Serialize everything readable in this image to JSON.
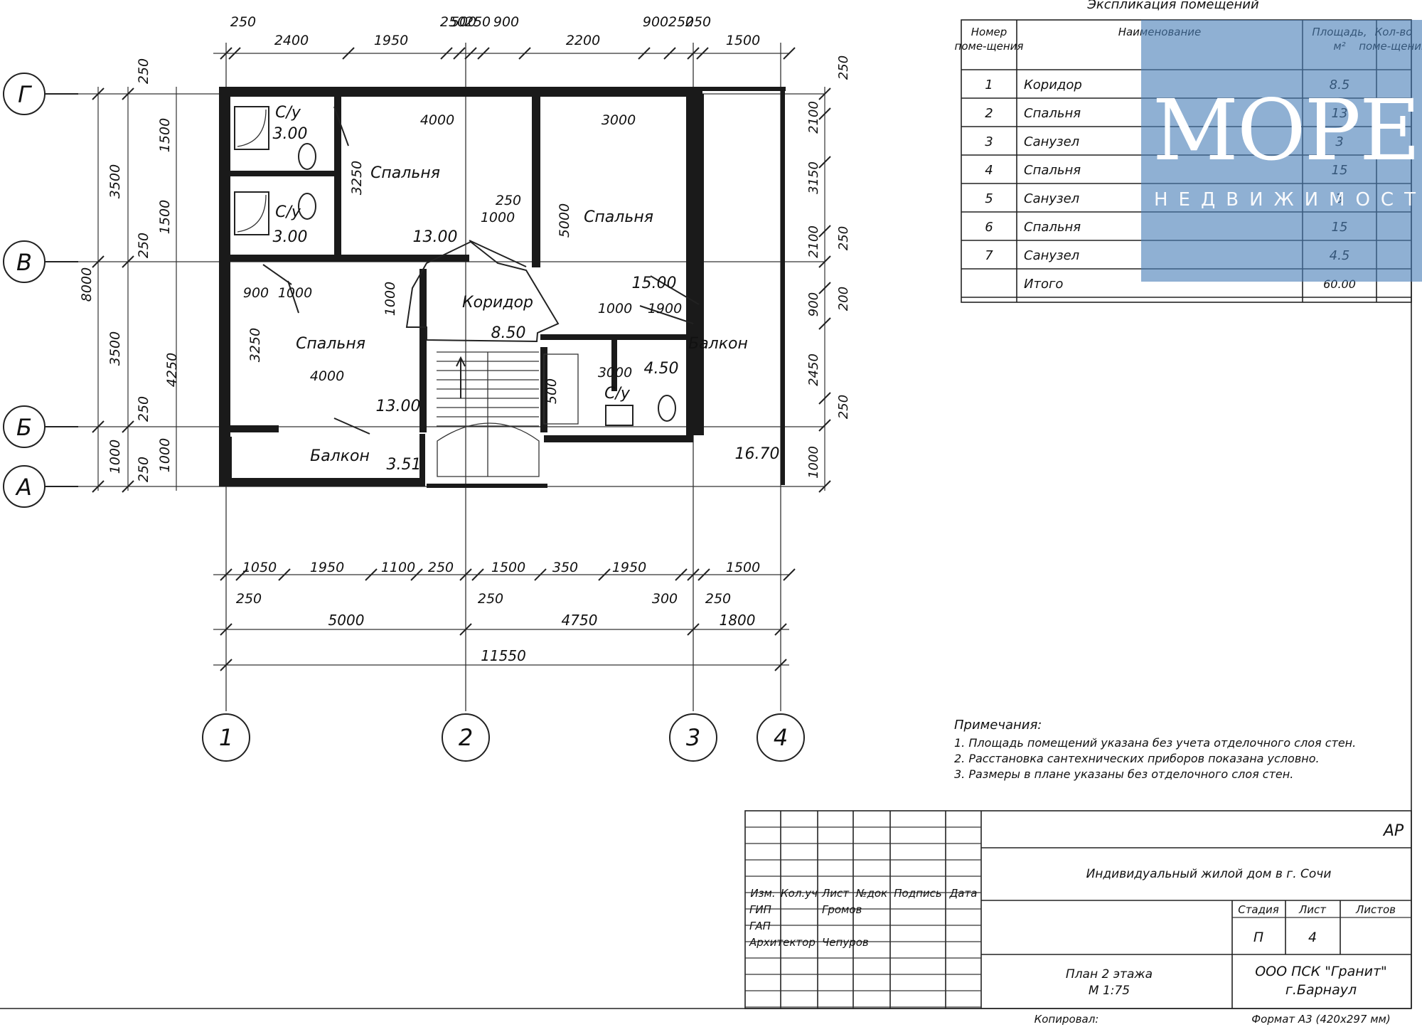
{
  "plan": {
    "axes_letters": [
      "Г",
      "В",
      "Б",
      "А"
    ],
    "axes_numbers": [
      "1",
      "2",
      "3",
      "4"
    ],
    "rooms": [
      {
        "name": "С/у",
        "area": "3.00"
      },
      {
        "name": "С/у",
        "area": "3.00"
      },
      {
        "name": "Спальня",
        "area": "13.00"
      },
      {
        "name": "Спальня",
        "area": "15.00"
      },
      {
        "name": "Коридор",
        "area": "8.50"
      },
      {
        "name": "Спальня",
        "area": "13.00"
      },
      {
        "name": "С/у",
        "area": "4.50"
      },
      {
        "name": "Балкон",
        "area": "3.51"
      },
      {
        "name": "Балкон",
        "area": "16.70"
      }
    ],
    "top_dims": [
      "250",
      "2400",
      "1950",
      "250",
      "500",
      "250",
      "900",
      "2200",
      "900",
      "250",
      "250",
      "1500"
    ],
    "inner_dims": [
      "4000",
      "3000",
      "250",
      "1000",
      "900",
      "1000",
      "1000",
      "1900",
      "3000",
      "4000",
      "5000",
      "3250",
      "1000",
      "3250",
      "500"
    ],
    "bottom_dims": [
      "1050",
      "1950",
      "1100",
      "250",
      "1500",
      "350",
      "1950",
      "1500"
    ],
    "bottom_small": [
      "250",
      "250",
      "300",
      "250"
    ],
    "bottom_totals": [
      "5000",
      "4750",
      "1800"
    ],
    "overall_width": "11550",
    "left_dims": [
      "3500",
      "3500",
      "1000",
      "8000",
      "4250",
      "1500",
      "1500",
      "1000",
      "250",
      "250",
      "250",
      "250"
    ],
    "right_dims": [
      "250",
      "2100",
      "3150",
      "2100",
      "250",
      "900",
      "2450",
      "250",
      "1000",
      "200"
    ]
  },
  "explication": {
    "caption": "Экспликация помещений",
    "headers": [
      "Номер поме-щения",
      "Наименование",
      "Площадь, м²",
      "Кол-во поме-щений"
    ],
    "rows": [
      {
        "num": "1",
        "name": "Коридор",
        "area": "8.5"
      },
      {
        "num": "2",
        "name": "Спальня",
        "area": "13"
      },
      {
        "num": "3",
        "name": "Санузел",
        "area": "3"
      },
      {
        "num": "4",
        "name": "Спальня",
        "area": "15"
      },
      {
        "num": "5",
        "name": "Санузел",
        "area": "3"
      },
      {
        "num": "6",
        "name": "Спальня",
        "area": "15"
      },
      {
        "num": "7",
        "name": "Санузел",
        "area": "4.5"
      }
    ],
    "total_label": "Итого",
    "total_area": "60.00"
  },
  "notes": {
    "title": "Примечания:",
    "items": [
      "1.  Площадь помещений указана без учета отделочного слоя стен.",
      "2.  Расстановка сантехнических приборов показана условно.",
      "3.  Размеры в плане указаны без отделочного слоя стен."
    ]
  },
  "title_block": {
    "code": "АР",
    "project": "Индивидуальный жилой дом в г. Сочи",
    "col_headers": [
      "Изм.",
      "Кол.уч",
      "Лист",
      "№док",
      "Подпись",
      "Дата"
    ],
    "staff": [
      {
        "role": "ГИП",
        "name": "Громов"
      },
      {
        "role": "ГАП",
        "name": ""
      },
      {
        "role": "Архитектор",
        "name": "Чепуров"
      }
    ],
    "stage_headers": [
      "Стадия",
      "Лист",
      "Листов"
    ],
    "stage": "П",
    "sheet": "4",
    "sheet_title": "План 2 этажа",
    "scale": "М 1:75",
    "company": "ООО ПСК \"Гранит\"",
    "city": "г.Барнаул",
    "copied": "Копировал:",
    "format": "Формат А3 (420х297 мм)"
  },
  "watermark": {
    "title": "МОРЕ",
    "subtitle": "НЕДВИЖИМОСТЬ",
    "color": "#4a80b8"
  }
}
